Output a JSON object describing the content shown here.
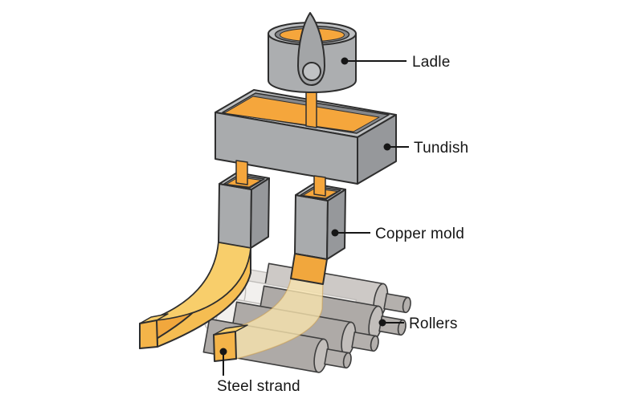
{
  "labels": {
    "ladle": "Ladle",
    "tundish": "Tundish",
    "copper_mold": "Copper mold",
    "rollers": "Rollers",
    "steel_strand": "Steel strand"
  },
  "colors": {
    "background": "#FFFFFF",
    "outline": "#2E2E2E",
    "label_text": "#161616",
    "molten_metal": "#F5A63C",
    "strand_side": "#F1A73D",
    "strand_bar": "#F5BD52",
    "strand_top": "#F8CE6B",
    "strand_cap": "#F4B449",
    "strand_translucent": "#F8E3AE",
    "metal_light": "#BEC0C2",
    "metal_body": "#A9ABAD",
    "metal_side": "#96989B",
    "metal_inner": "#85878A",
    "metal_dark_inner": "#7D7F82",
    "ladle_body": "#ACAEB0",
    "stopper": "#A3A5A7",
    "stopper_knob": "#C0C2C4",
    "roller_body": "#AEAAA7",
    "roller_light": "#CDC9C6",
    "roller_cap": "#C2BEBB",
    "roller_stub": "#B4B0AD",
    "roller_ghost": "#F2F0EE",
    "roller_ghost_line": "#BFBCB9"
  }
}
